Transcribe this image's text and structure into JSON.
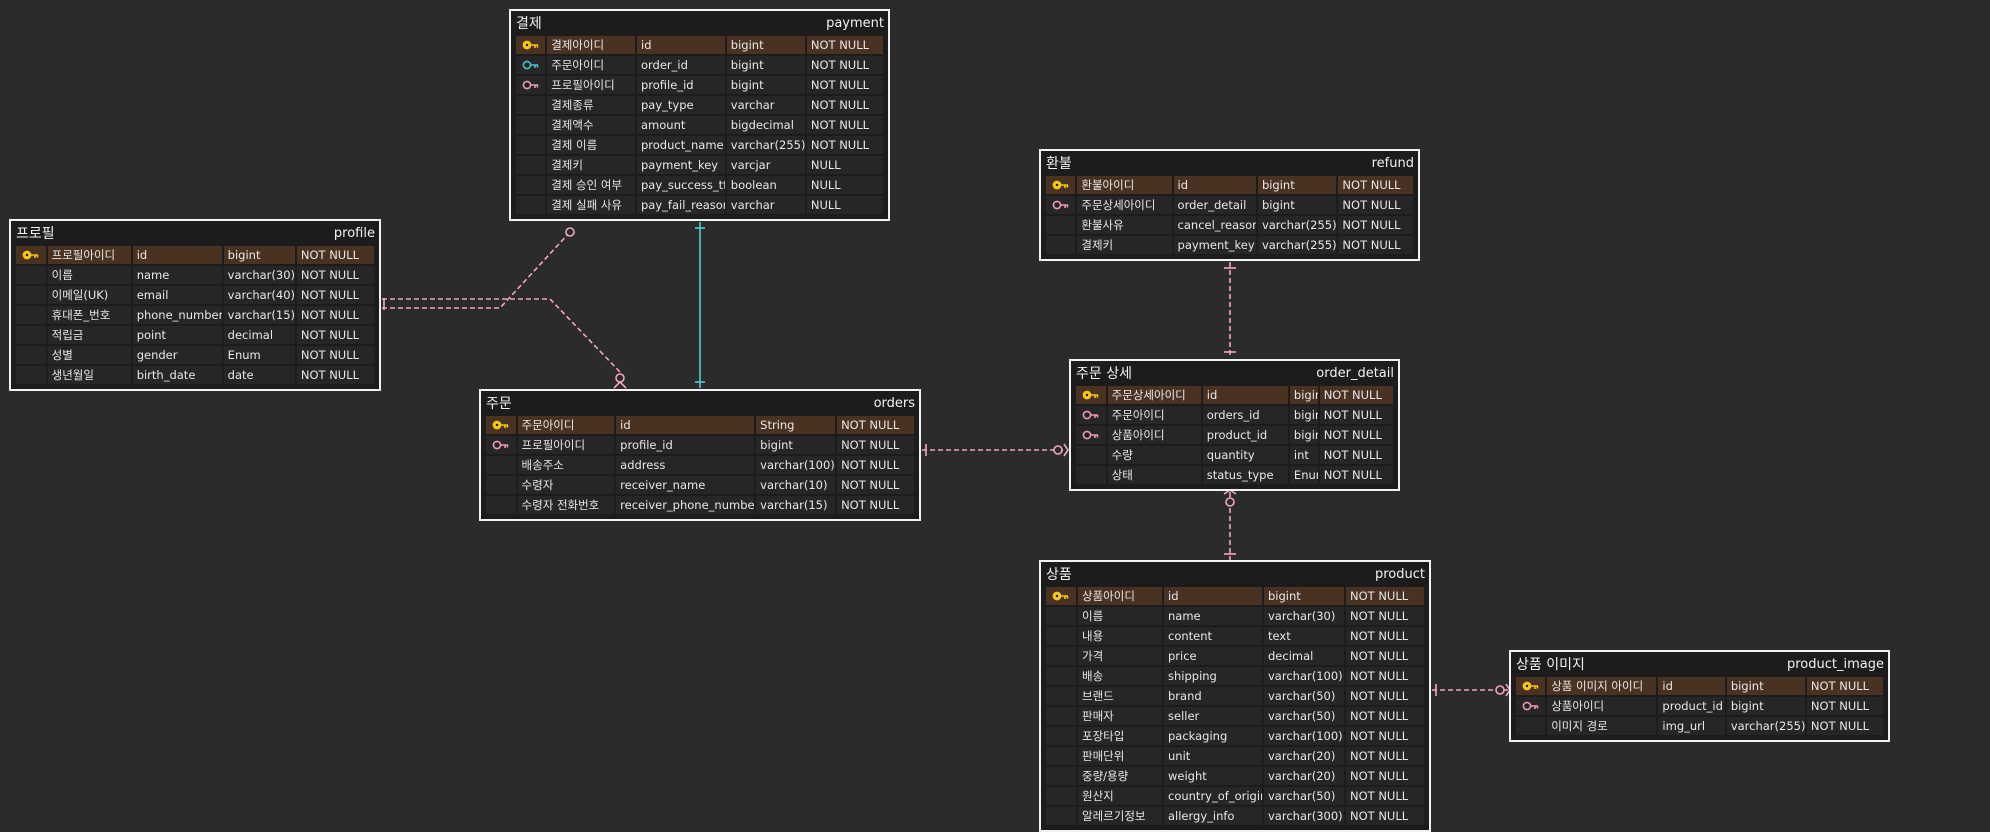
{
  "colors": {
    "background": "#2b2b2b",
    "entity_bg": "#1c1c1c",
    "pk_row": "#4a3222",
    "pk_key": "#f5c518",
    "fk_key": "#e89ab8",
    "fk_key_teal": "#40c4c8",
    "relation_pink": "#f0a8c0",
    "relation_teal": "#4fc9d1"
  },
  "entities": [
    {
      "id": "payment",
      "logical": "결제",
      "physical": "payment",
      "rows": [
        {
          "key": "pk-icon",
          "logical": "결제아이디",
          "physical": "id",
          "type": "bigint",
          "null": "NOT NULL"
        },
        {
          "key": "fk-icon-teal",
          "logical": "주문아이디",
          "physical": "order_id",
          "type": "bigint",
          "null": "NOT NULL"
        },
        {
          "key": "fk-icon",
          "logical": "프로필아이디",
          "physical": "profile_id",
          "type": "bigint",
          "null": "NOT NULL"
        },
        {
          "key": "",
          "logical": "결제종류",
          "physical": "pay_type",
          "type": "varchar",
          "null": "NOT NULL"
        },
        {
          "key": "",
          "logical": "결제액수",
          "physical": "amount",
          "type": "bigdecimal",
          "null": "NOT NULL"
        },
        {
          "key": "",
          "logical": "결제 이름",
          "physical": "product_name",
          "type": "varchar(255)",
          "null": "NOT NULL"
        },
        {
          "key": "",
          "logical": "결제키",
          "physical": "payment_key",
          "type": "varcjar",
          "null": "NULL"
        },
        {
          "key": "",
          "logical": "결제 승인 여부",
          "physical": "pay_success_tf",
          "type": "boolean",
          "null": "NULL"
        },
        {
          "key": "",
          "logical": "결제 실패 사유",
          "physical": "pay_fail_reason",
          "type": "varchar",
          "null": "NULL"
        }
      ]
    },
    {
      "id": "profile",
      "logical": "프로필",
      "physical": "profile",
      "rows": [
        {
          "key": "pk-icon",
          "logical": "프로필아이디",
          "physical": "id",
          "type": "bigint",
          "null": "NOT NULL"
        },
        {
          "key": "",
          "logical": "이름",
          "physical": "name",
          "type": "varchar(30)",
          "null": "NOT NULL"
        },
        {
          "key": "",
          "logical": "이메일(UK)",
          "physical": "email",
          "type": "varchar(40)",
          "null": "NOT NULL"
        },
        {
          "key": "",
          "logical": "휴대폰_번호",
          "physical": "phone_number",
          "type": "varchar(15)",
          "null": "NOT NULL"
        },
        {
          "key": "",
          "logical": "적립금",
          "physical": "point",
          "type": "decimal",
          "null": "NOT NULL"
        },
        {
          "key": "",
          "logical": "성별",
          "physical": "gender",
          "type": "Enum",
          "null": "NOT NULL"
        },
        {
          "key": "",
          "logical": "생년월일",
          "physical": "birth_date",
          "type": "date",
          "null": "NOT NULL"
        }
      ]
    },
    {
      "id": "orders",
      "logical": "주문",
      "physical": "orders",
      "rows": [
        {
          "key": "pk-icon",
          "logical": "주문아이디",
          "physical": "id",
          "type": "String",
          "null": "NOT NULL"
        },
        {
          "key": "fk-icon",
          "logical": "프로필아이디",
          "physical": "profile_id",
          "type": "bigint",
          "null": "NOT NULL"
        },
        {
          "key": "",
          "logical": "배송주소",
          "physical": "address",
          "type": "varchar(100)",
          "null": "NOT NULL"
        },
        {
          "key": "",
          "logical": "수령자",
          "physical": "receiver_name",
          "type": "varchar(10)",
          "null": "NOT NULL"
        },
        {
          "key": "",
          "logical": "수령자 전화번호",
          "physical": "receiver_phone_number",
          "type": "varchar(15)",
          "null": "NOT NULL"
        }
      ]
    },
    {
      "id": "refund",
      "logical": "환불",
      "physical": "refund",
      "rows": [
        {
          "key": "pk-icon",
          "logical": "환불아이디",
          "physical": "id",
          "type": "bigint",
          "null": "NOT NULL"
        },
        {
          "key": "fk-icon",
          "logical": "주문상세아이디",
          "physical": "order_detail",
          "type": "bigint",
          "null": "NOT NULL"
        },
        {
          "key": "",
          "logical": "환불사유",
          "physical": "cancel_reason",
          "type": "varchar(255)",
          "null": "NOT NULL"
        },
        {
          "key": "",
          "logical": "결제키",
          "physical": "payment_key",
          "type": "varchar(255)",
          "null": "NOT NULL"
        }
      ]
    },
    {
      "id": "order_detail",
      "logical": "주문 상세",
      "physical": "order_detail",
      "rows": [
        {
          "key": "pk-icon",
          "logical": "주문상세아이디",
          "physical": "id",
          "type": "bigint",
          "null": "NOT NULL"
        },
        {
          "key": "fk-icon",
          "logical": "주문아이디",
          "physical": "orders_id",
          "type": "bigint",
          "null": "NOT NULL"
        },
        {
          "key": "fk-icon",
          "logical": "상품아이디",
          "physical": "product_id",
          "type": "bigint",
          "null": "NOT NULL"
        },
        {
          "key": "",
          "logical": "수량",
          "physical": "quantity",
          "type": "int",
          "null": "NOT NULL"
        },
        {
          "key": "",
          "logical": "상태",
          "physical": "status_type",
          "type": "Enum",
          "null": "NOT NULL"
        }
      ]
    },
    {
      "id": "product",
      "logical": "상품",
      "physical": "product",
      "rows": [
        {
          "key": "pk-icon",
          "logical": "상품아이디",
          "physical": "id",
          "type": "bigint",
          "null": "NOT NULL"
        },
        {
          "key": "",
          "logical": "이름",
          "physical": "name",
          "type": "varchar(30)",
          "null": "NOT NULL"
        },
        {
          "key": "",
          "logical": "내용",
          "physical": "content",
          "type": "text",
          "null": "NOT NULL"
        },
        {
          "key": "",
          "logical": "가격",
          "physical": "price",
          "type": "decimal",
          "null": "NOT NULL"
        },
        {
          "key": "",
          "logical": "배송",
          "physical": "shipping",
          "type": "varchar(100)",
          "null": "NOT NULL"
        },
        {
          "key": "",
          "logical": "브랜드",
          "physical": "brand",
          "type": "varchar(50)",
          "null": "NOT NULL"
        },
        {
          "key": "",
          "logical": "판매자",
          "physical": "seller",
          "type": "varchar(50)",
          "null": "NOT NULL"
        },
        {
          "key": "",
          "logical": "포장타입",
          "physical": "packaging",
          "type": "varchar(100)",
          "null": "NOT NULL"
        },
        {
          "key": "",
          "logical": "판매단위",
          "physical": "unit",
          "type": "varchar(20)",
          "null": "NOT NULL"
        },
        {
          "key": "",
          "logical": "중량/용량",
          "physical": "weight",
          "type": "varchar(20)",
          "null": "NOT NULL"
        },
        {
          "key": "",
          "logical": "원산지",
          "physical": "country_of_origin",
          "type": "varchar(50)",
          "null": "NOT NULL"
        },
        {
          "key": "",
          "logical": "알레르기정보",
          "physical": "allergy_info",
          "type": "varchar(300)",
          "null": "NOT NULL"
        }
      ]
    },
    {
      "id": "product_image",
      "logical": "상품 이미지",
      "physical": "product_image",
      "rows": [
        {
          "key": "pk-icon",
          "logical": "상품 이미지 아이디",
          "physical": "id",
          "type": "bigint",
          "null": "NOT NULL"
        },
        {
          "key": "fk-icon",
          "logical": "상품아이디",
          "physical": "product_id",
          "type": "bigint",
          "null": "NOT NULL"
        },
        {
          "key": "",
          "logical": "이미지 경로",
          "physical": "img_url",
          "type": "varchar(255)",
          "null": "NOT NULL"
        }
      ]
    }
  ],
  "relationships": [
    {
      "from": "profile",
      "to": "payment",
      "color": "pink"
    },
    {
      "from": "profile",
      "to": "orders",
      "color": "pink"
    },
    {
      "from": "orders",
      "to": "payment",
      "color": "teal"
    },
    {
      "from": "orders",
      "to": "order_detail",
      "color": "pink"
    },
    {
      "from": "order_detail",
      "to": "refund",
      "color": "pink"
    },
    {
      "from": "product",
      "to": "order_detail",
      "color": "pink"
    },
    {
      "from": "product",
      "to": "product_image",
      "color": "pink"
    }
  ]
}
